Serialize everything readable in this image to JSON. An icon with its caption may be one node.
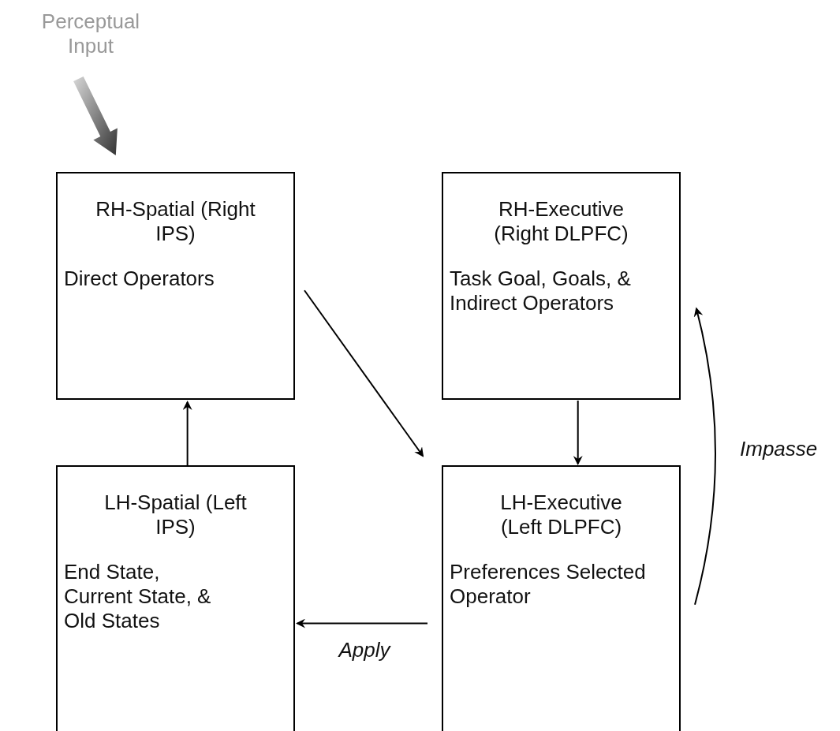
{
  "diagram": {
    "nodes": [
      {
        "text": [
          "Perceptual Input"
        ]
      },
      {
        "text": [
          "RH-Spatial (Right IPS)",
          "Direct Operators"
        ]
      },
      {
        "text": [
          "RH-Executive (Right DLPFC)",
          "Task Goal, Goals, & Indirect Operators"
        ]
      },
      {
        "text": [
          "LH-Spatial (Left IPS)",
          "End State, Current State, & Old States"
        ]
      },
      {
        "text": [
          "LH-Executive (Left DLPFC)",
          "Preferences Selected Operator"
        ]
      }
    ],
    "edges": [
      {
        "from": 0,
        "to": 1,
        "arrow": "to",
        "style": "thick",
        "color": "#808080"
      },
      {
        "from": 3,
        "to": 1,
        "arrow": "to"
      },
      {
        "from": 1,
        "to": 4,
        "arrow": "to"
      },
      {
        "from": 2,
        "to": 4,
        "arrow": "to"
      },
      {
        "from": 4,
        "to": 3,
        "arrow": "to",
        "label": "Apply"
      },
      {
        "from": 4,
        "to": 2,
        "arrow": "to",
        "label": "Impasse"
      }
    ]
  }
}
